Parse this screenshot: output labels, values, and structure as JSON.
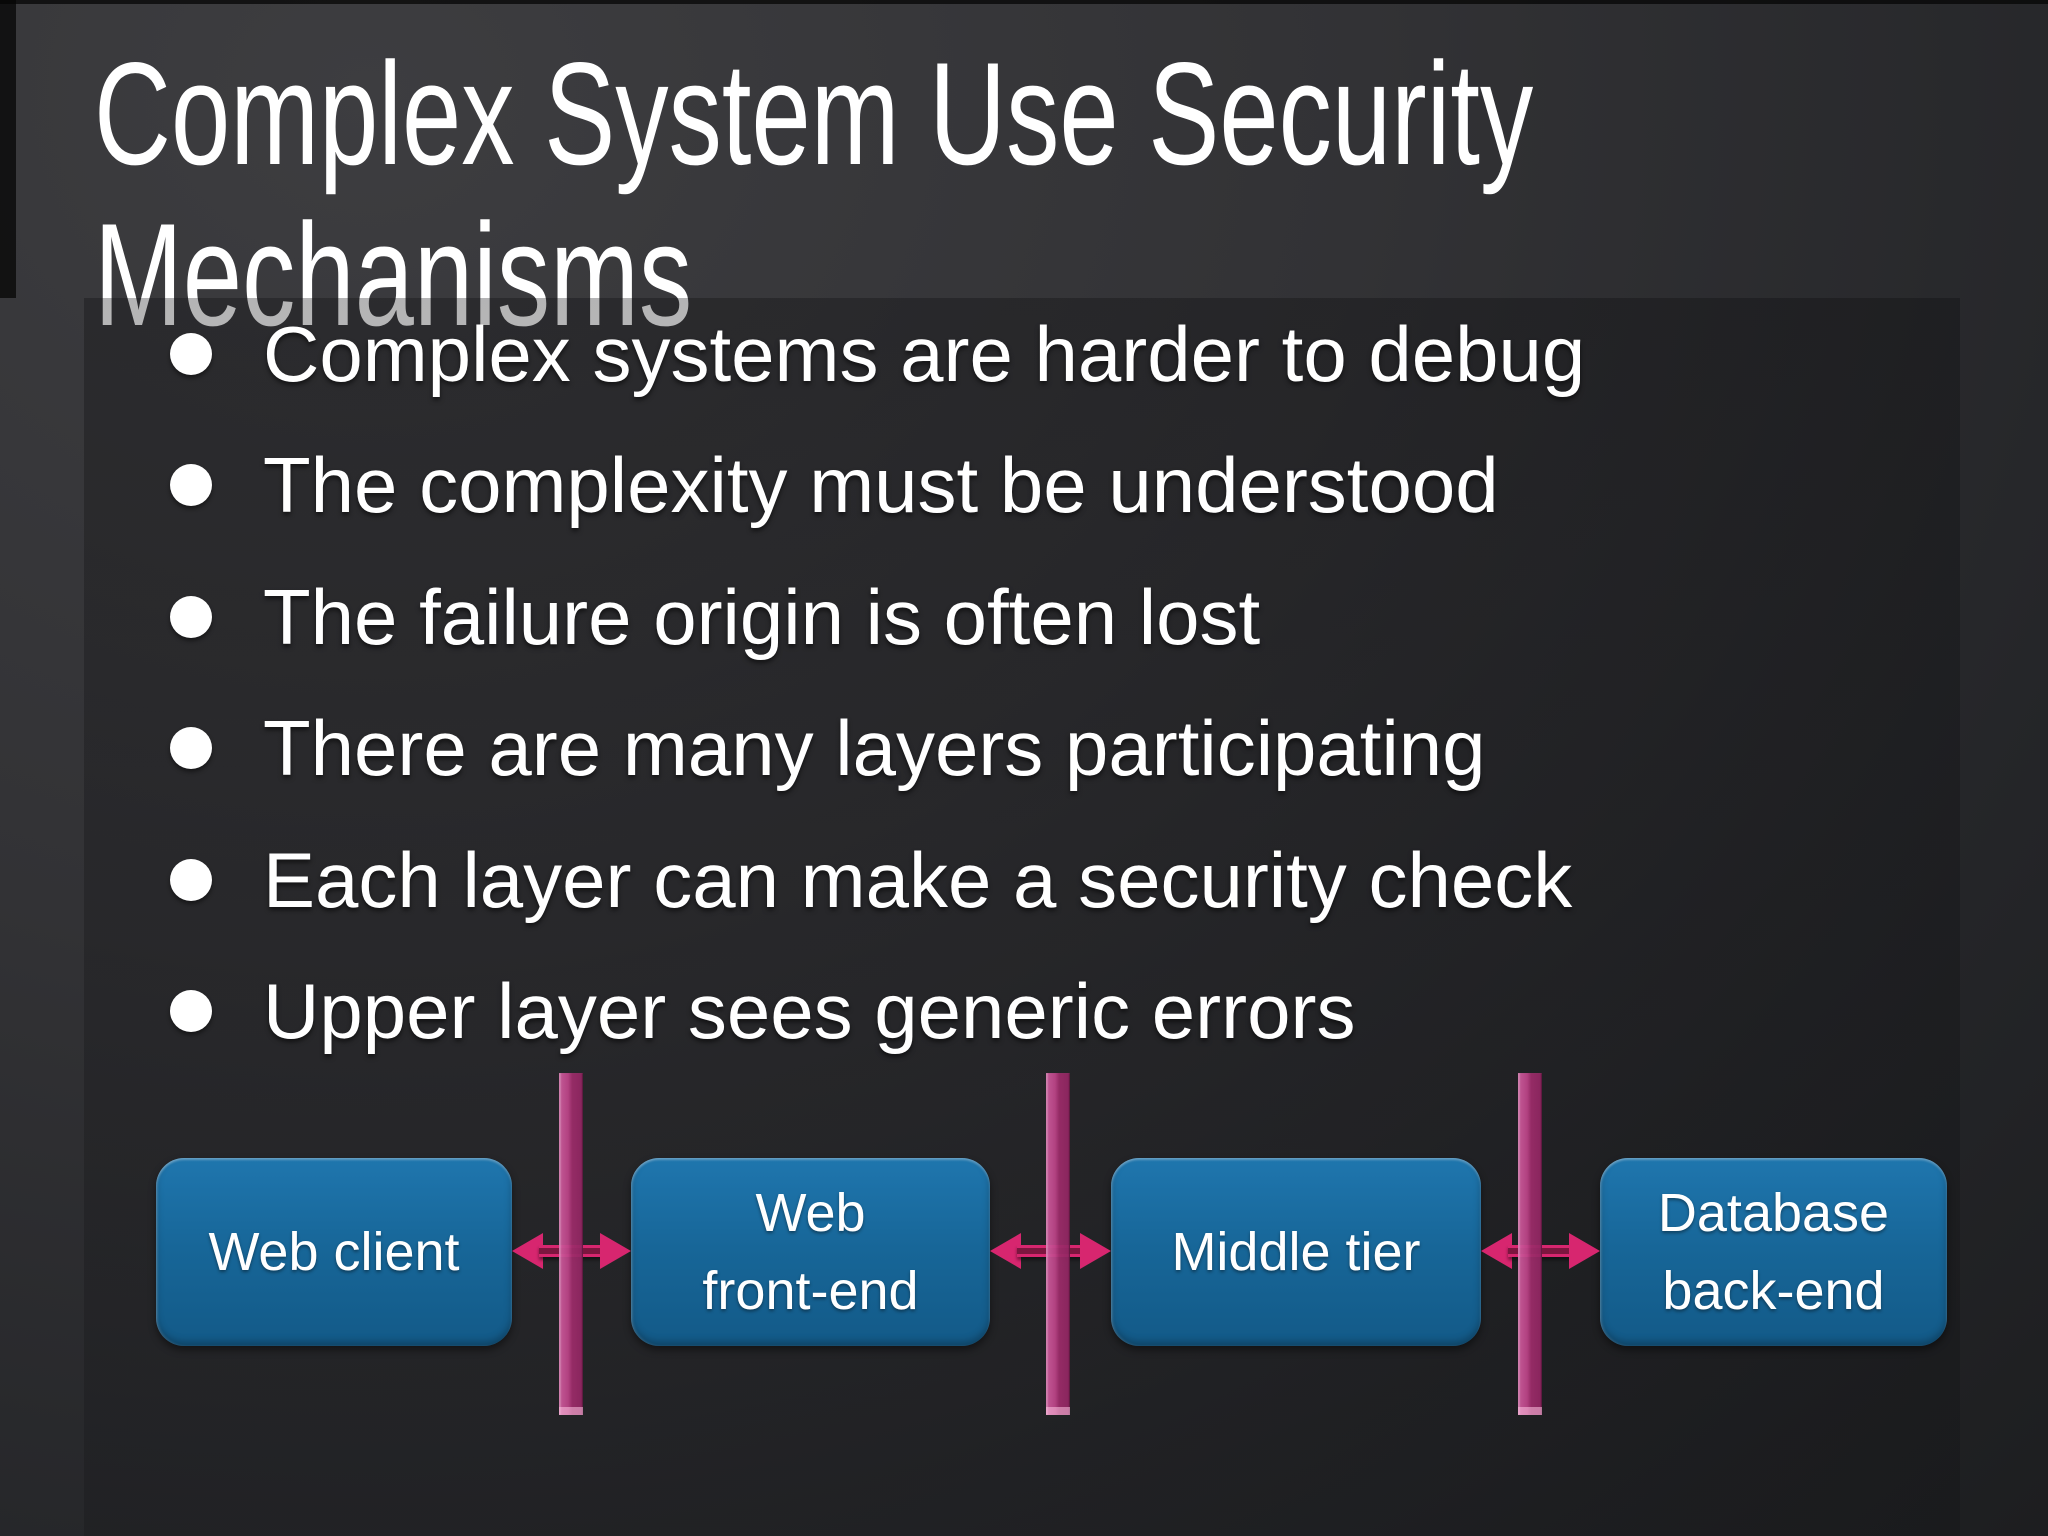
{
  "slide": {
    "title_lines": [
      "Complex System Use Security",
      "Mechanisms"
    ],
    "bullets": [
      "Complex systems are harder to debug",
      "The complexity must be understood",
      "The failure origin is often lost",
      "There are many layers participating",
      "Each layer can make a security check",
      "Upper layer sees generic errors"
    ],
    "diagram": {
      "nodes": [
        {
          "label": "Web client"
        },
        {
          "label": "Web\nfront-end"
        },
        {
          "label": "Middle tier"
        },
        {
          "label": "Database\nback-end"
        }
      ],
      "connections": [
        {
          "from": "Web client",
          "to": "Web front-end",
          "style": "double-headed-arrow",
          "barrier": true
        },
        {
          "from": "Web front-end",
          "to": "Middle tier",
          "style": "double-headed-arrow",
          "barrier": true
        },
        {
          "from": "Middle tier",
          "to": "Database back-end",
          "style": "double-headed-arrow",
          "barrier": true
        }
      ]
    },
    "colors": {
      "text": "#ffffff",
      "node_top": "#1f76ae",
      "node_bottom": "#135a88",
      "arrow": "#d7266f",
      "barrier_light": "#d05fa0",
      "barrier_dark": "#902561"
    }
  }
}
